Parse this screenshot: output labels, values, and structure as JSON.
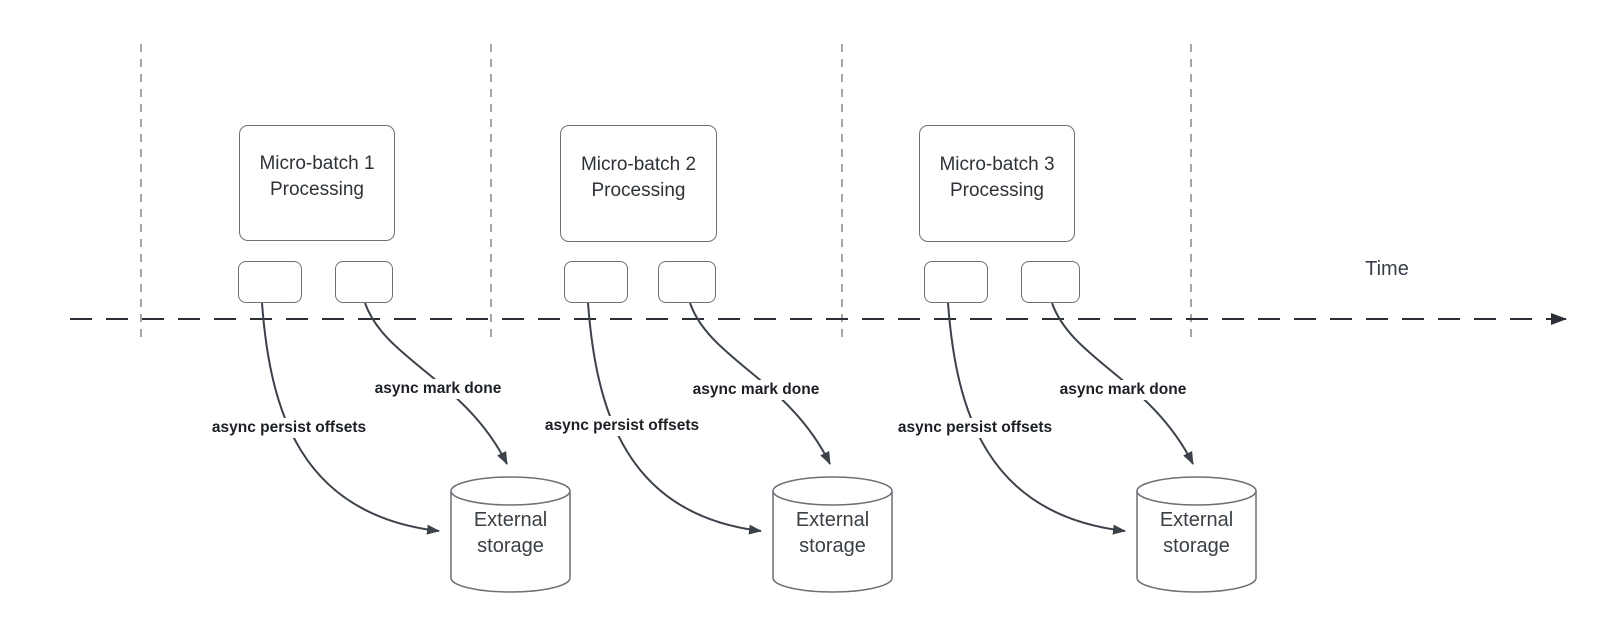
{
  "diagram": {
    "time_axis_label": "Time",
    "groups": [
      {
        "box_label": "Micro-batch 1\nProcessing",
        "persist_label": "async persist offsets",
        "mark_done_label": "async mark done",
        "storage_label": "External\nstorage"
      },
      {
        "box_label": "Micro-batch 2\nProcessing",
        "persist_label": "async persist offsets",
        "mark_done_label": "async mark done",
        "storage_label": "External\nstorage"
      },
      {
        "box_label": "Micro-batch 3\nProcessing",
        "persist_label": "async persist offsets",
        "mark_done_label": "async mark done",
        "storage_label": "External\nstorage"
      }
    ],
    "colors": {
      "timeline": "#2b2f36",
      "gridline": "#a6a6a6",
      "shape_stroke": "#6b7177",
      "curve_stroke": "#3c424a",
      "box_text": "#2e3338",
      "bold_label_text": "#1c2025"
    }
  }
}
